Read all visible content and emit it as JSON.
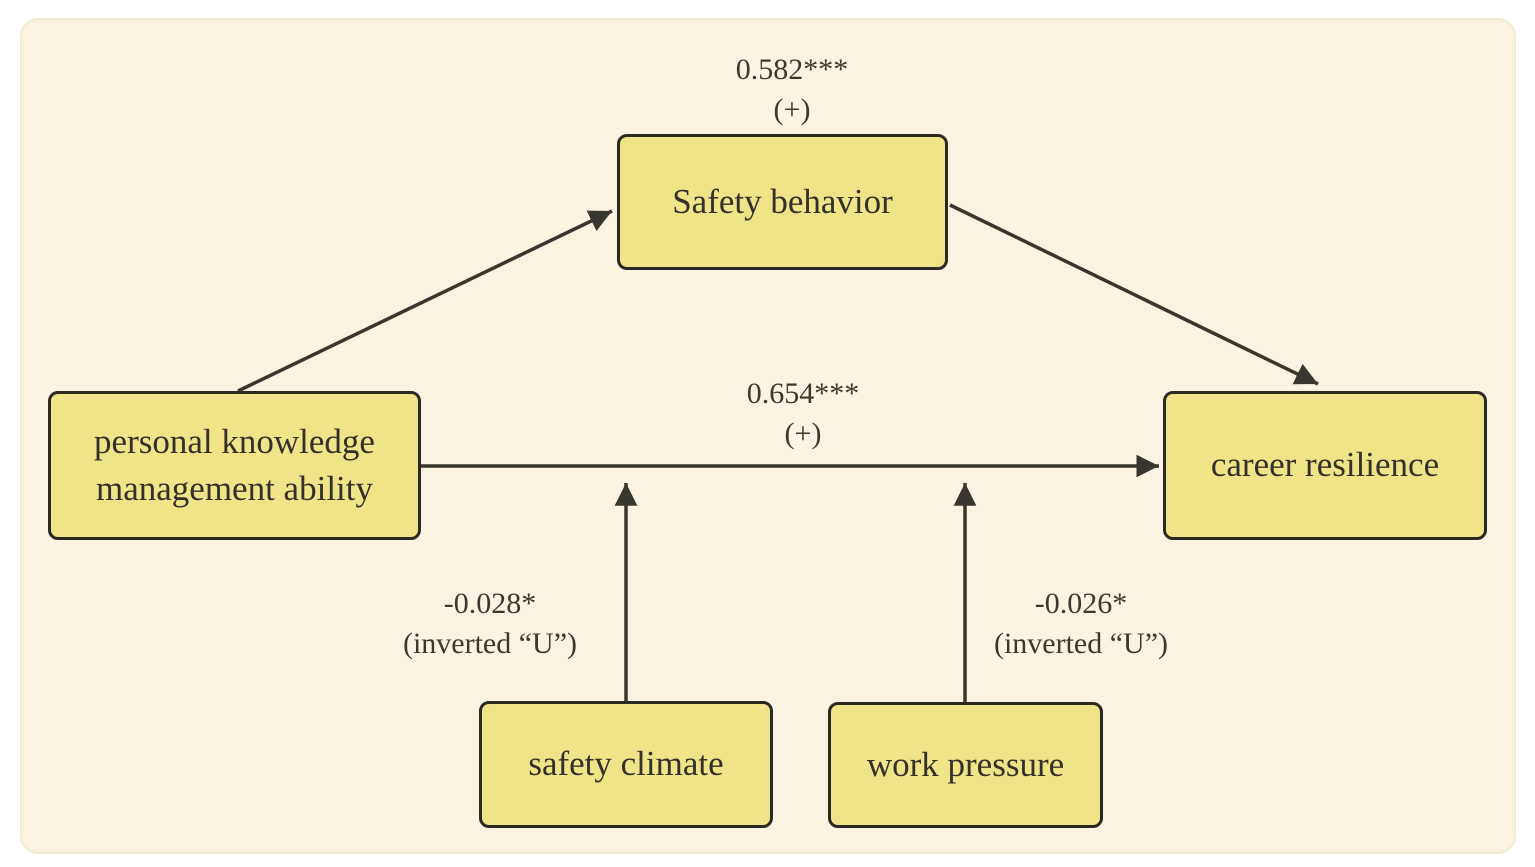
{
  "figure": {
    "type": "path-diagram",
    "description_visible": false
  },
  "nodes": {
    "pkma": {
      "label": "personal knowledge management ability"
    },
    "safety_behavior": {
      "label": "Safety behavior"
    },
    "career_resilience": {
      "label": "career resilience"
    },
    "safety_climate": {
      "label": "safety climate"
    },
    "work_pressure": {
      "label": "work pressure"
    }
  },
  "path_labels": {
    "mediation": {
      "coefficient": "0.582***",
      "sign": "(+)"
    },
    "direct": {
      "coefficient": "0.654***",
      "sign": "(+)"
    },
    "safety_climate_moderation": {
      "coefficient": "-0.028*",
      "shape": "(inverted “U”)"
    },
    "work_pressure_moderation": {
      "coefficient": "-0.026*",
      "shape": "(inverted “U”)"
    }
  },
  "edges": [
    {
      "from": "personal knowledge management ability",
      "to": "Safety behavior"
    },
    {
      "from": "Safety behavior",
      "to": "career resilience"
    },
    {
      "from": "personal knowledge management ability",
      "to": "career resilience",
      "label": "0.654*** (+)"
    },
    {
      "from": "safety climate",
      "to": "direct path (moderator arrow)",
      "label": "-0.028* (inverted “U”)"
    },
    {
      "from": "work pressure",
      "to": "direct path (moderator arrow)",
      "label": "-0.026* (inverted “U”)"
    }
  ],
  "colors": {
    "panel_bg": "#faf3e1",
    "panel_edge": "#f3ecce",
    "node_fill": "#f0e488",
    "node_border": "#2b2a22",
    "arrow": "#38362f",
    "text": "#33312a"
  }
}
